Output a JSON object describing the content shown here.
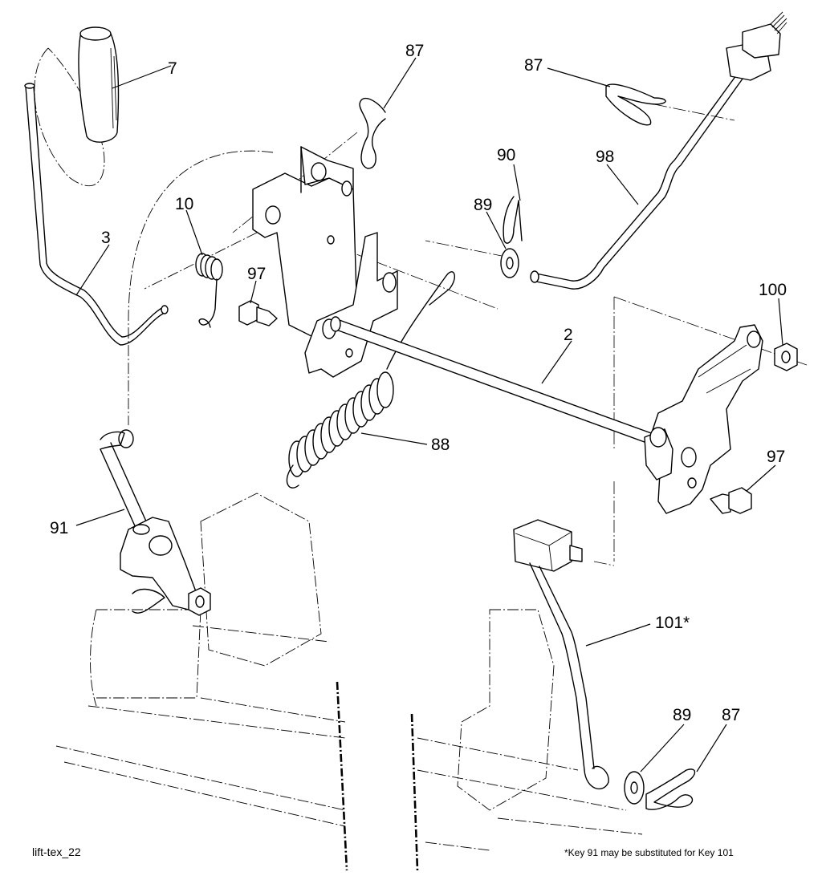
{
  "diagram": {
    "callouts": {
      "c7": "7",
      "c3": "3",
      "c10": "10",
      "c97a": "97",
      "c87a": "87",
      "c87b": "87",
      "c90": "90",
      "c98": "98",
      "c89a": "89",
      "c100": "100",
      "c2": "2",
      "c88": "88",
      "c97b": "97",
      "c91": "91",
      "c101": "101*",
      "c89b": "89",
      "c87c": "87"
    },
    "footer": {
      "drawing_id": "lift-tex_22",
      "note": "*Key 91 may be substituted for Key 101"
    }
  }
}
